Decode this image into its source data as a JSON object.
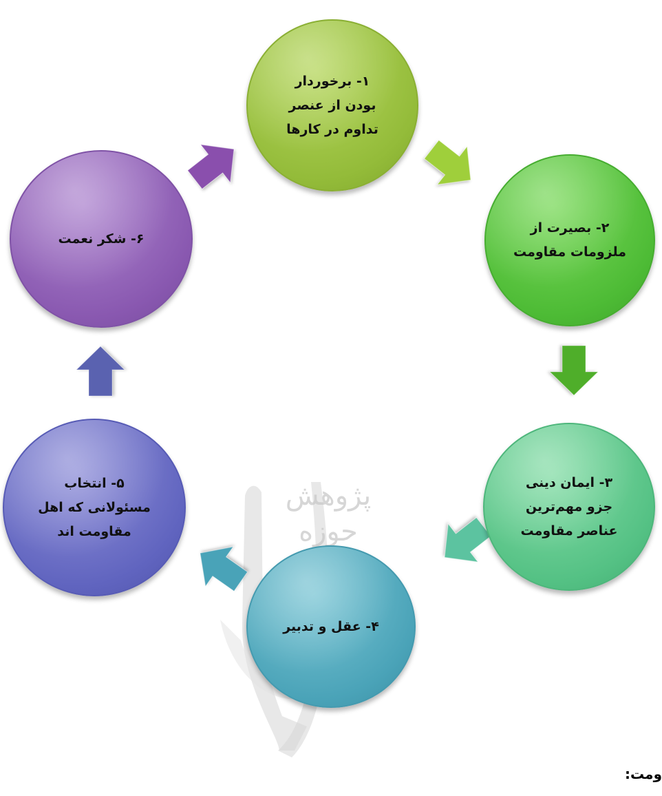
{
  "diagram": {
    "nodes": [
      {
        "id": "step1",
        "lines": [
          "۱- برخوردار",
          "بودن از عنصر",
          "تداوم در کارها"
        ],
        "color": "#9cc43f"
      },
      {
        "id": "step2",
        "lines": [
          "۲- بصیرت از",
          "ملزومات مقاومت"
        ],
        "color": "#4dbb35"
      },
      {
        "id": "step3",
        "lines": [
          "۳- ایمان دینی",
          "جزو مهم‌ترین",
          "عناصر مقاومت"
        ],
        "color": "#54c184"
      },
      {
        "id": "step4",
        "lines": [
          "۴- عقل و تدبیر"
        ],
        "color": "#4aa3b8"
      },
      {
        "id": "step5",
        "lines": [
          "۵- انتخاب",
          "مسئولانی که اهل",
          "مقاومت اند"
        ],
        "color": "#6064bf"
      },
      {
        "id": "step6",
        "lines": [
          "۶- شکر نعمت"
        ],
        "color": "#8958b0"
      }
    ],
    "edges": [
      {
        "from": "step1",
        "to": "step2",
        "color": "#9fcf3a"
      },
      {
        "from": "step2",
        "to": "step3",
        "color": "#4fae2a"
      },
      {
        "from": "step3",
        "to": "step4",
        "color": "#5cc3a0"
      },
      {
        "from": "step4",
        "to": "step5",
        "color": "#4aa3b8"
      },
      {
        "from": "step5",
        "to": "step6",
        "color": "#5a62b0"
      },
      {
        "from": "step6",
        "to": "step1",
        "color": "#8a50ad"
      }
    ]
  },
  "watermark": {
    "lines": [
      "پژوهش",
      "حوزه"
    ]
  },
  "caption": "ومت:"
}
